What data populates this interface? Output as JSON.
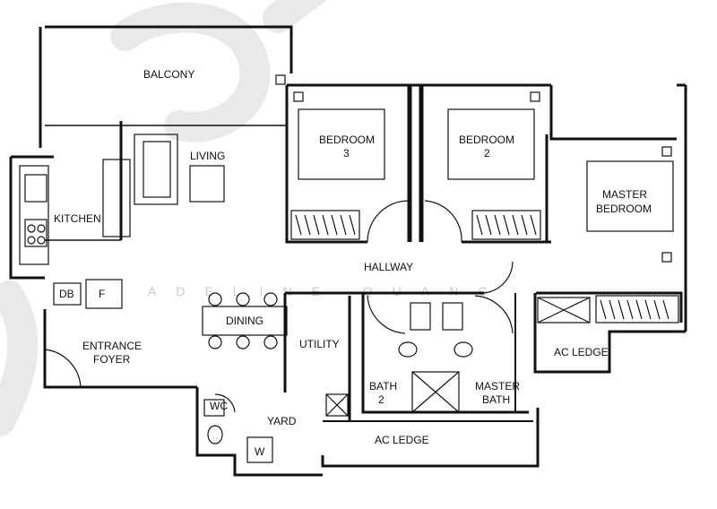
{
  "watermark": {
    "text": "ADELINE QUANG",
    "color": "#e6e6e6"
  },
  "colors": {
    "wall": "#111111",
    "background": "#ffffff",
    "watermark_shape": "#e9e9e9"
  },
  "rooms": {
    "balcony": "BALCONY",
    "living": "LIVING",
    "kitchen": "KITCHEN",
    "db": "DB",
    "fridge": "F",
    "entrance_foyer_line1": "ENTRANCE",
    "entrance_foyer_line2": "FOYER",
    "dining": "DINING",
    "utility": "UTILITY",
    "wc": "WC",
    "yard": "YARD",
    "washer": "W",
    "hallway": "HALLWAY",
    "bedroom3_line1": "BEDROOM",
    "bedroom3_line2": "3",
    "bedroom2_line1": "BEDROOM",
    "bedroom2_line2": "2",
    "master_bedroom_line1": "MASTER",
    "master_bedroom_line2": "BEDROOM",
    "bath2_line1": "BATH",
    "bath2_line2": "2",
    "master_bath_line1": "MASTER",
    "master_bath_line2": "BATH",
    "ac_ledge_upper": "AC LEDGE",
    "ac_ledge_lower": "AC LEDGE"
  }
}
